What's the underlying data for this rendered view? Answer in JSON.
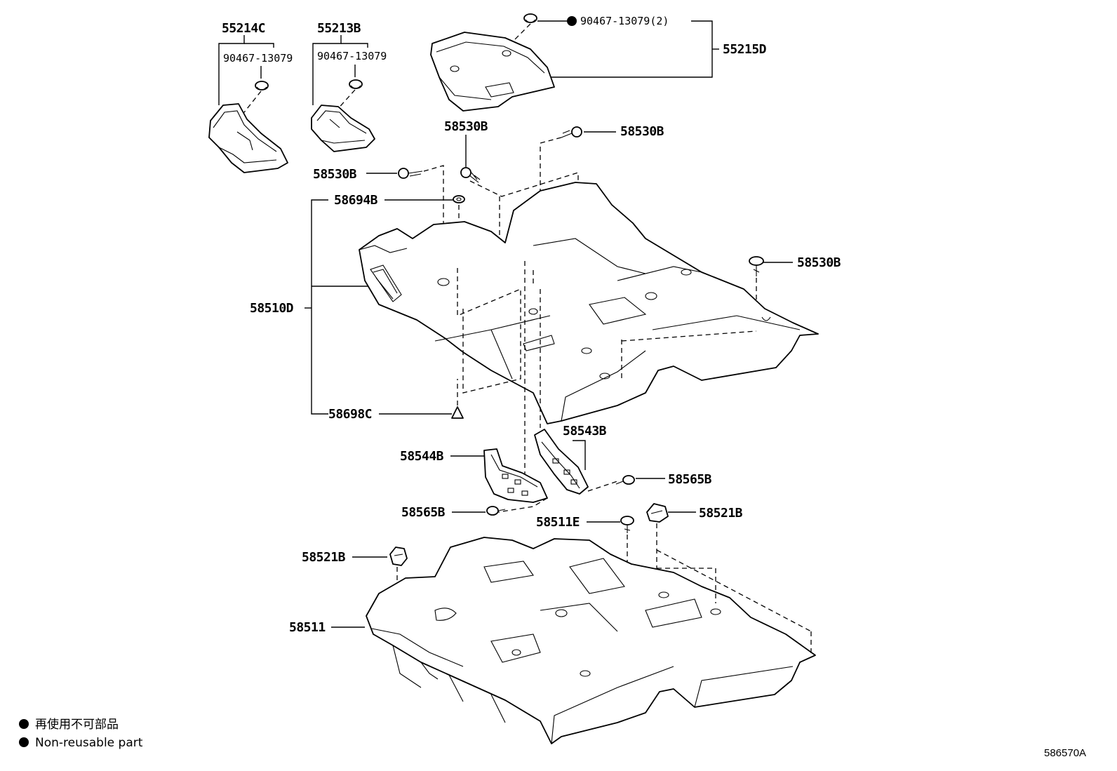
{
  "parts": {
    "p55214C": "55214C",
    "p55213B": "55213B",
    "p55215D": "55215D",
    "clip_a": "90467-13079",
    "clip_b": "90467-13079",
    "clip_c": "90467-13079(2)",
    "p58530B_1": "58530B",
    "p58530B_2": "58530B",
    "p58530B_3": "58530B",
    "p58530B_4": "58530B",
    "p58694B": "58694B",
    "p58510D": "58510D",
    "p58698C": "58698C",
    "p58543B": "58543B",
    "p58544B": "58544B",
    "p58565B_1": "58565B",
    "p58565B_2": "58565B",
    "p58511E": "58511E",
    "p58521B_1": "58521B",
    "p58521B_2": "58521B",
    "p58511": "58511"
  },
  "legend": {
    "jp": "再使用不可部品",
    "en": "Non-reusable part"
  },
  "reference": "586570A"
}
